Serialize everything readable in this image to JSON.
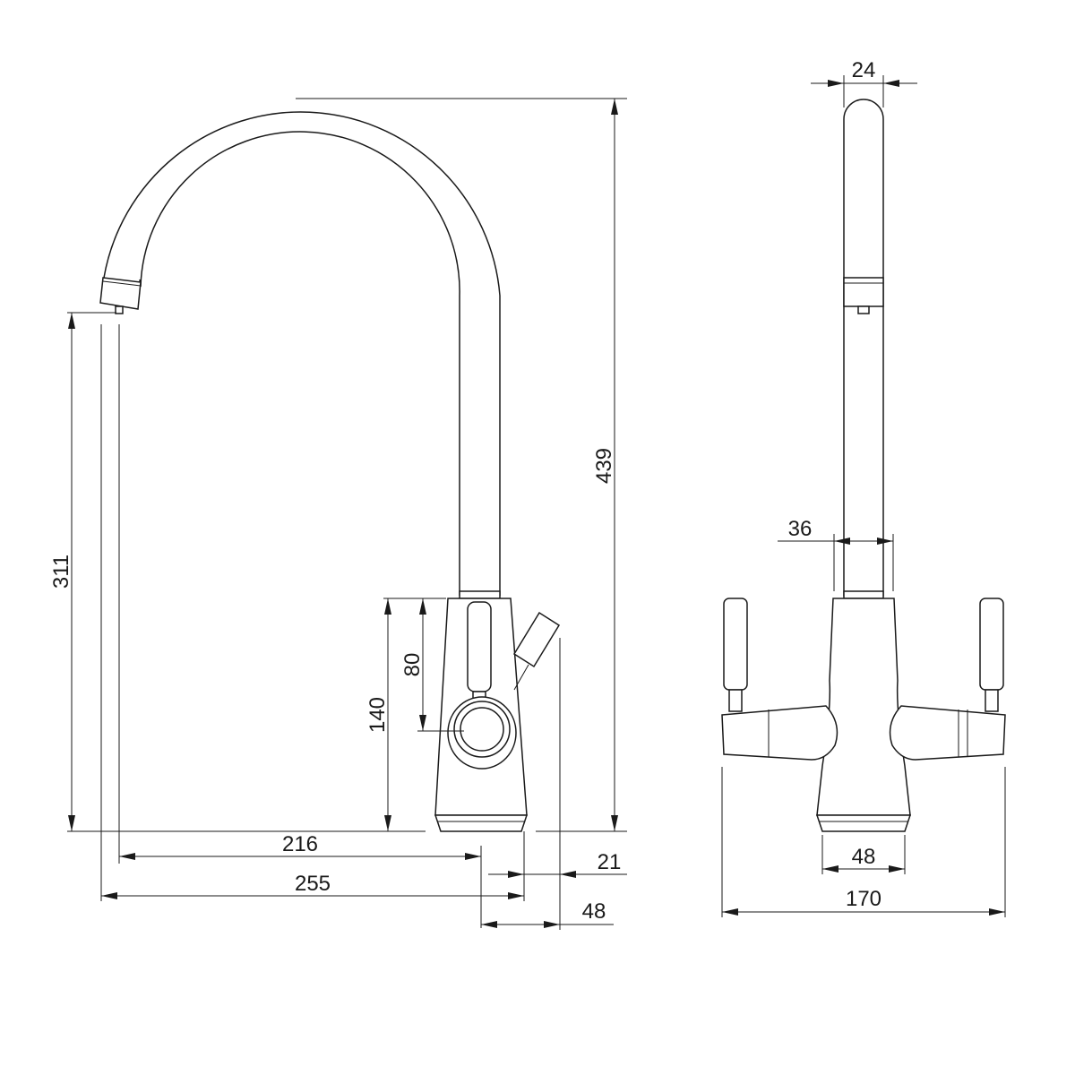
{
  "drawing": {
    "side_view": {
      "dim_height_total": "439",
      "dim_spout_height": "311",
      "dim_body_height": "140",
      "dim_lever_height": "80",
      "dim_reach_inner": "216",
      "dim_reach_outer": "255",
      "dim_offset_small": "21",
      "dim_base_depth": "48"
    },
    "front_view": {
      "dim_spout_width": "24",
      "dim_column_width": "36",
      "dim_base_width": "48",
      "dim_overall_width": "170"
    }
  }
}
